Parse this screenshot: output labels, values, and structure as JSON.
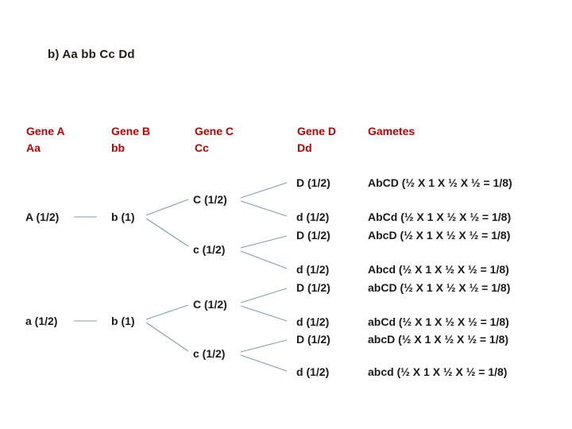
{
  "title": "b) Aa bb Cc Dd",
  "columns": {
    "gene_a": {
      "header": "Gene A",
      "genotype": "Aa"
    },
    "gene_b": {
      "header": "Gene B",
      "genotype": "bb"
    },
    "gene_c": {
      "header": "Gene C",
      "genotype": "Cc"
    },
    "gene_d": {
      "header": "Gene D",
      "genotype": "Dd"
    },
    "gametes": {
      "header": "Gametes"
    }
  },
  "tree": {
    "gene_a_alleles": [
      "A (1/2)",
      "a (1/2)"
    ],
    "gene_b_alleles": [
      "b (1)",
      "b (1)"
    ],
    "gene_c_alleles": [
      "C (1/2)",
      "c (1/2)",
      "C (1/2)",
      "c (1/2)"
    ],
    "gene_d_alleles": [
      "D (1/2)",
      "d (1/2)",
      "D (1/2)",
      "d (1/2)",
      "D (1/2)",
      "d (1/2)",
      "D (1/2)",
      "d (1/2)"
    ],
    "gametes": [
      "AbCD (½ X 1 X ½ X ½ = 1/8)",
      "AbCd (½ X 1 X ½ X ½ = 1/8)",
      "AbcD (½ X 1 X ½ X ½ = 1/8)",
      "Abcd (½ X 1 X ½ X ½ = 1/8)",
      "abCD (½ X 1 X ½ X ½ = 1/8)",
      "abCd (½ X 1 X ½ X ½ = 1/8)",
      "abcD (½ X 1 X ½ X ½ = 1/8)",
      "abcd (½ X 1 X ½ X ½ = 1/8)"
    ]
  },
  "colors": {
    "heading_red": "#c00000",
    "text_black": "#1a1a1a",
    "branch_line": "#859cad",
    "background": "#ffffff"
  }
}
